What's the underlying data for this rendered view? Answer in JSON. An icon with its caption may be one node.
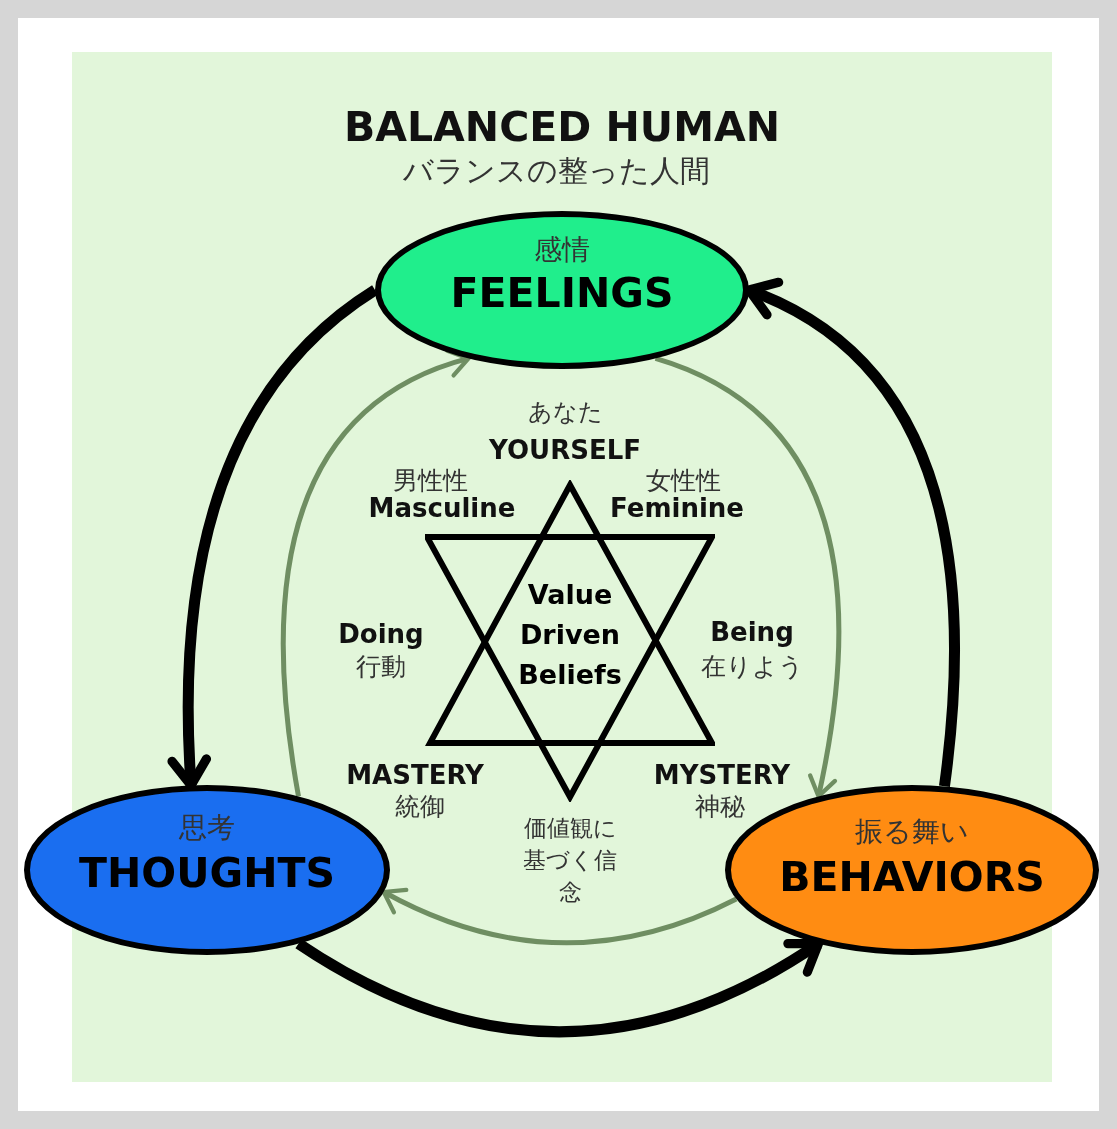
{
  "diagram": {
    "title": "BALANCED HUMAN",
    "nodes": [
      {
        "text": [
          "感情",
          "FEELINGS"
        ]
      },
      {
        "text": [
          "思考",
          "THOUGHTS"
        ]
      },
      {
        "text": [
          "振る舞い",
          "BEHAVIORS"
        ]
      },
      {
        "text": [
          "Value Driven Beliefs"
        ],
        "beside": [
          "価値観に基づく信念"
        ]
      }
    ],
    "edges": [
      {
        "from": 0,
        "to": 1,
        "arrow": "to",
        "style": "thick"
      },
      {
        "from": 1,
        "to": 2,
        "arrow": "to",
        "style": "thick"
      },
      {
        "from": 2,
        "to": 0,
        "arrow": "to",
        "style": "thick"
      },
      {
        "from": 2,
        "to": 1,
        "arrow": "to",
        "color": "#6f8e62"
      },
      {
        "from": 1,
        "to": 0,
        "arrow": "to",
        "color": "#6f8e62"
      },
      {
        "from": 0,
        "to": 2,
        "arrow": "to",
        "color": "#6f8e62"
      }
    ],
    "labels": [
      "バランスの整った人間",
      "あなた",
      "YOURSELF",
      "男性性",
      "Masculine",
      "女性性",
      "Feminine",
      "Doing",
      "行動",
      "Being",
      "在りよう",
      "MASTERY",
      "統御",
      "MYSTERY",
      "神秘"
    ]
  }
}
